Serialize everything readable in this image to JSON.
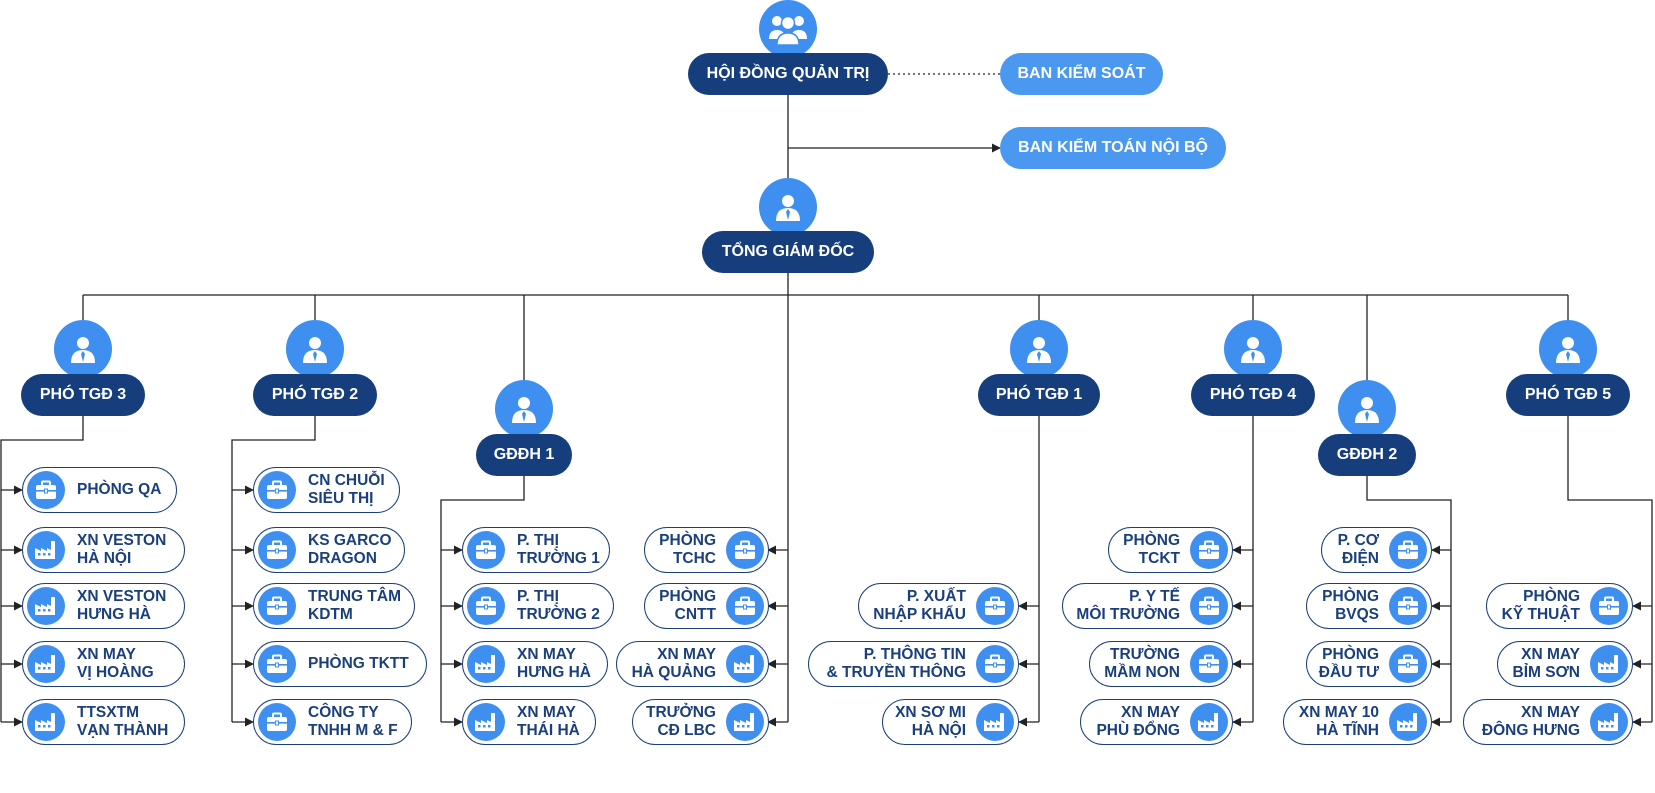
{
  "top": {
    "board": "HỘI ĐỒNG QUẢN TRỊ",
    "supervisory": "BAN KIỂM SOÁT",
    "internal_audit": "BAN KIỂM TOÁN NỘI BỘ",
    "ceo": "TỔNG GIÁM ĐỐC"
  },
  "managers": {
    "pho_tgd_3": "PHÓ TGĐ 3",
    "pho_tgd_2": "PHÓ TGĐ 2",
    "gddh_1": "GĐĐH 1",
    "pho_tgd_1": "PHÓ TGĐ 1",
    "pho_tgd_4": "PHÓ TGĐ 4",
    "gddh_2": "GĐĐH 2",
    "pho_tgd_5": "PHÓ TGĐ 5"
  },
  "units": {
    "pho_tgd_3": [
      {
        "label": "PHÒNG QA",
        "icon": "briefcase-icon"
      },
      {
        "label": "XN VESTON\nHÀ NỘI",
        "icon": "factory-icon"
      },
      {
        "label": "XN VESTON\nHƯNG HÀ",
        "icon": "factory-icon"
      },
      {
        "label": "XN MAY\nVỊ HOÀNG",
        "icon": "factory-icon"
      },
      {
        "label": "TTSXTM\nVẠN THÀNH",
        "icon": "factory-icon"
      }
    ],
    "pho_tgd_2": [
      {
        "label": "CN CHUỖI\nSIÊU THỊ",
        "icon": "briefcase-icon"
      },
      {
        "label": "KS GARCO\nDRAGON",
        "icon": "briefcase-icon"
      },
      {
        "label": "TRUNG TÂM\nKDTM",
        "icon": "briefcase-icon"
      },
      {
        "label": "PHÒNG TKTT",
        "icon": "briefcase-icon"
      },
      {
        "label": "CÔNG TY\nTNHH M & F",
        "icon": "briefcase-icon"
      }
    ],
    "gddh_1": [
      {
        "label": "P. THỊ\nTRƯỜNG 1",
        "icon": "briefcase-icon"
      },
      {
        "label": "P. THỊ\nTRƯỜNG 2",
        "icon": "briefcase-icon"
      },
      {
        "label": "XN MAY\nHƯNG HÀ",
        "icon": "factory-icon"
      },
      {
        "label": "XN MAY\nTHÁI HÀ",
        "icon": "factory-icon"
      }
    ],
    "ceo_direct": [
      {
        "label": "PHÒNG\nTCHC",
        "icon": "briefcase-icon"
      },
      {
        "label": "PHÒNG\nCNTT",
        "icon": "briefcase-icon"
      },
      {
        "label": "XN MAY\nHÀ QUẢNG",
        "icon": "factory-icon"
      },
      {
        "label": "TRƯỞNG\nCĐ LBC",
        "icon": "factory-icon"
      }
    ],
    "pho_tgd_1": [
      {
        "label": "P. XUẤT\nNHẬP KHẨU",
        "icon": "briefcase-icon"
      },
      {
        "label": "P. THÔNG TIN\n& TRUYỀN THÔNG",
        "icon": "briefcase-icon"
      },
      {
        "label": "XN SƠ MI\nHÀ NỘI",
        "icon": "factory-icon"
      }
    ],
    "pho_tgd_4": [
      {
        "label": "PHÒNG\nTCKT",
        "icon": "briefcase-icon"
      },
      {
        "label": "P. Y TẾ\nMÔI TRƯỜNG",
        "icon": "briefcase-icon"
      },
      {
        "label": "TRƯỜNG\nMẦM NON",
        "icon": "briefcase-icon"
      },
      {
        "label": "XN MAY\nPHÙ ĐỔNG",
        "icon": "factory-icon"
      }
    ],
    "gddh_2": [
      {
        "label": "P. CƠ\nĐIỆN",
        "icon": "briefcase-icon"
      },
      {
        "label": "PHÒNG\nBVQS",
        "icon": "briefcase-icon"
      },
      {
        "label": "PHÒNG\nĐẦU TƯ",
        "icon": "briefcase-icon"
      },
      {
        "label": "XN MAY 10\nHÀ TĨNH",
        "icon": "factory-icon"
      }
    ],
    "pho_tgd_5": [
      {
        "label": "PHÒNG\nKỸ THUẬT",
        "icon": "briefcase-icon"
      },
      {
        "label": "XN MAY\nBỈM SƠN",
        "icon": "factory-icon"
      },
      {
        "label": "XN MAY\nĐÔNG HƯNG",
        "icon": "factory-icon"
      }
    ]
  },
  "colors": {
    "dark_node": "#163d7c",
    "light_node": "#4a98f0",
    "icon_circle": "#3f8ff0",
    "pill_border": "#1b3f7c",
    "line": "#222222"
  }
}
